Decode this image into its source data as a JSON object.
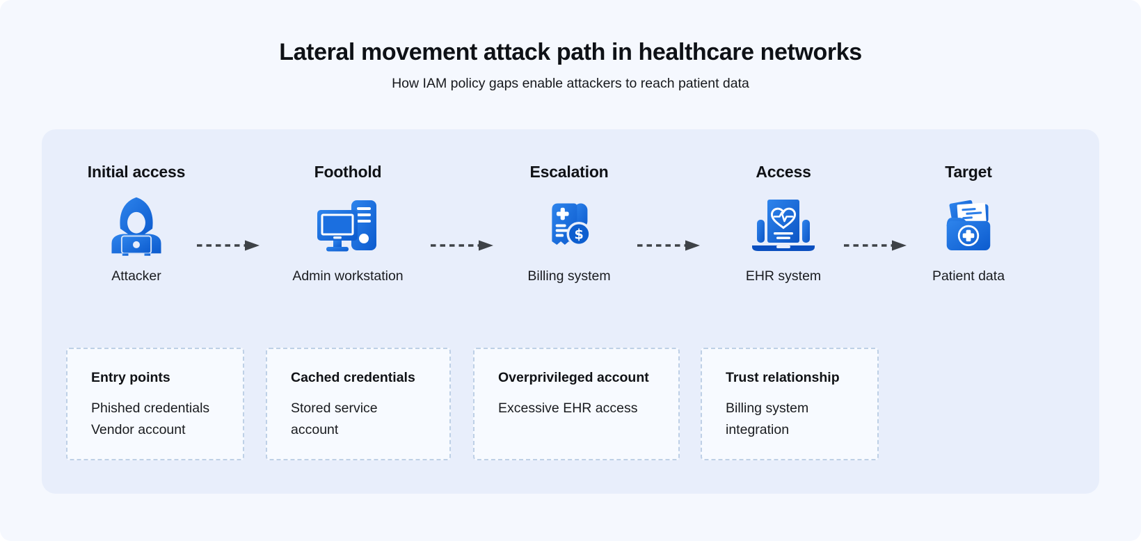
{
  "header": {
    "title": "Lateral movement attack path in healthcare networks",
    "subtitle": "How IAM policy gaps enable attackers to reach patient data"
  },
  "stages": [
    {
      "title": "Initial access",
      "label": "Attacker",
      "icon": "hacker-icon"
    },
    {
      "title": "Foothold",
      "label": "Admin workstation",
      "icon": "workstation-icon"
    },
    {
      "title": "Escalation",
      "label": "Billing system",
      "icon": "medical-billing-icon"
    },
    {
      "title": "Access",
      "label": "EHR system",
      "icon": "ehr-laptop-icon"
    },
    {
      "title": "Target",
      "label": "Patient data",
      "icon": "patient-data-folder-icon"
    }
  ],
  "notes": [
    {
      "title": "Entry points",
      "items": [
        "Phished credentials",
        "Vendor account"
      ]
    },
    {
      "title": "Cached credentials",
      "items": [
        "Stored service account"
      ]
    },
    {
      "title": "Overprivileged account",
      "items": [
        "Excessive EHR access"
      ]
    },
    {
      "title": "Trust relationship",
      "items": [
        "Billing system integration"
      ]
    }
  ],
  "colors": {
    "page_bg": "#f5f8fe",
    "panel_bg": "#e8eefb",
    "icon_blue_light": "#2e84ec",
    "icon_blue_dark": "#0c5bce",
    "note_bg": "#fafcff",
    "note_border": "#bed0e6",
    "arrow": "#3e4247",
    "text": "#101216"
  },
  "dollar_glyph": "$"
}
